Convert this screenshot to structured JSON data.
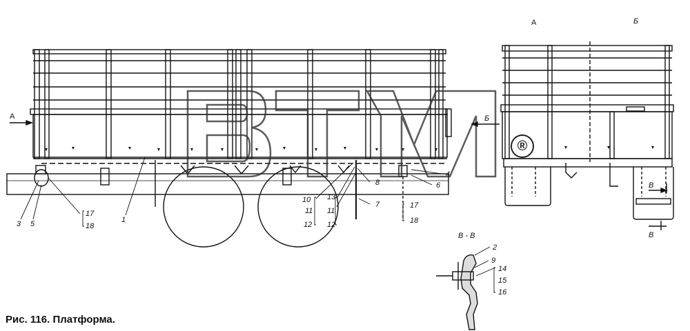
{
  "caption": "Рис. 116. Платформа.",
  "watermark": {
    "text": "BTM",
    "registered": "®"
  },
  "views": {
    "view_a": "А",
    "view_b": "Б",
    "section": "В - В",
    "arrow_a": "А",
    "arrow_b": "Б",
    "arrow_v_top": "В",
    "arrow_v_bottom": "В"
  },
  "callouts": {
    "c1": "1",
    "c2": "2",
    "c3": "3",
    "c4": "4",
    "c5": "5",
    "c6": "6",
    "c7": "7",
    "c8": "8",
    "c9": "9",
    "c10": "10",
    "c11a": "11",
    "c12a": "12",
    "c13": "13",
    "c11b": "11",
    "c12b": "12",
    "c14": "14",
    "c15": "15",
    "c16": "16",
    "c17a": "17",
    "c18a": "18",
    "c17b": "17",
    "c18b": "18"
  }
}
